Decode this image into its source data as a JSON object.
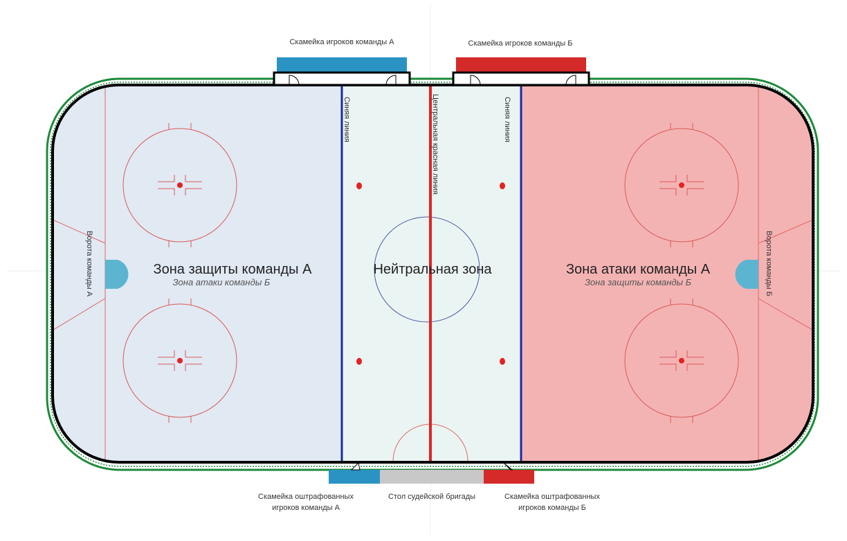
{
  "labels": {
    "bench_a": "Скамейка игроков команды А",
    "bench_b": "Скамейка игроков команды Б",
    "blue_line_left": "Синяя линия",
    "blue_line_right": "Синяя линия",
    "center_red_line": "Центральная красная линия",
    "goal_a": "Ворота команды А",
    "goal_b": "Ворота команды Б",
    "zone_left_main": "Зона защиты команды А",
    "zone_left_sub": "Зона атаки команды Б",
    "zone_neutral": "Нейтральная зона",
    "zone_right_main": "Зона атаки команды А",
    "zone_right_sub": "Зона защиты команды Б",
    "penalty_a_line1": "Скамейка оштрафованных",
    "penalty_a_line2": "игроков команды А",
    "officials_table": "Стол судейской бригады",
    "penalty_b_line1": "Скамейка оштрафованных",
    "penalty_b_line2": "игроков команды Б"
  },
  "colors": {
    "team_a": "#2a93c4",
    "team_b": "#d42a2a",
    "blue_line": "#1c2c9c",
    "red_line": "#e32222",
    "zone_a_fill": "#e1e9f3",
    "zone_b_fill": "#f4b3b3",
    "neutral_fill": "#eaf4f3",
    "boards": "#000000",
    "outer_border": "#1d8a3a",
    "officials_table": "#c8c8c8",
    "goal_crease": "#5cb5d0",
    "faceoff_circle": "#d95a5a"
  }
}
